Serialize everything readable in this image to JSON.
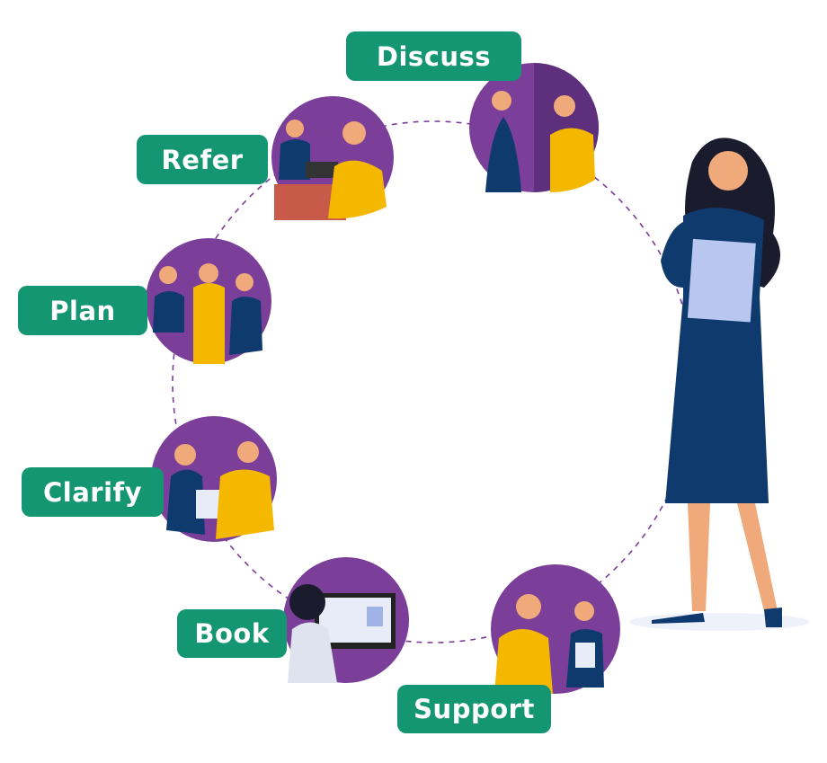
{
  "steps": [
    {
      "label": "Discuss"
    },
    {
      "label": "Refer"
    },
    {
      "label": "Plan"
    },
    {
      "label": "Clarify"
    },
    {
      "label": "Book"
    },
    {
      "label": "Support"
    }
  ],
  "colors": {
    "label_bg": "#149673",
    "circle": "#7b3f9a",
    "dash": "#7b3f9a",
    "shirt": "#f5b800",
    "dress": "#0f3a6e"
  }
}
